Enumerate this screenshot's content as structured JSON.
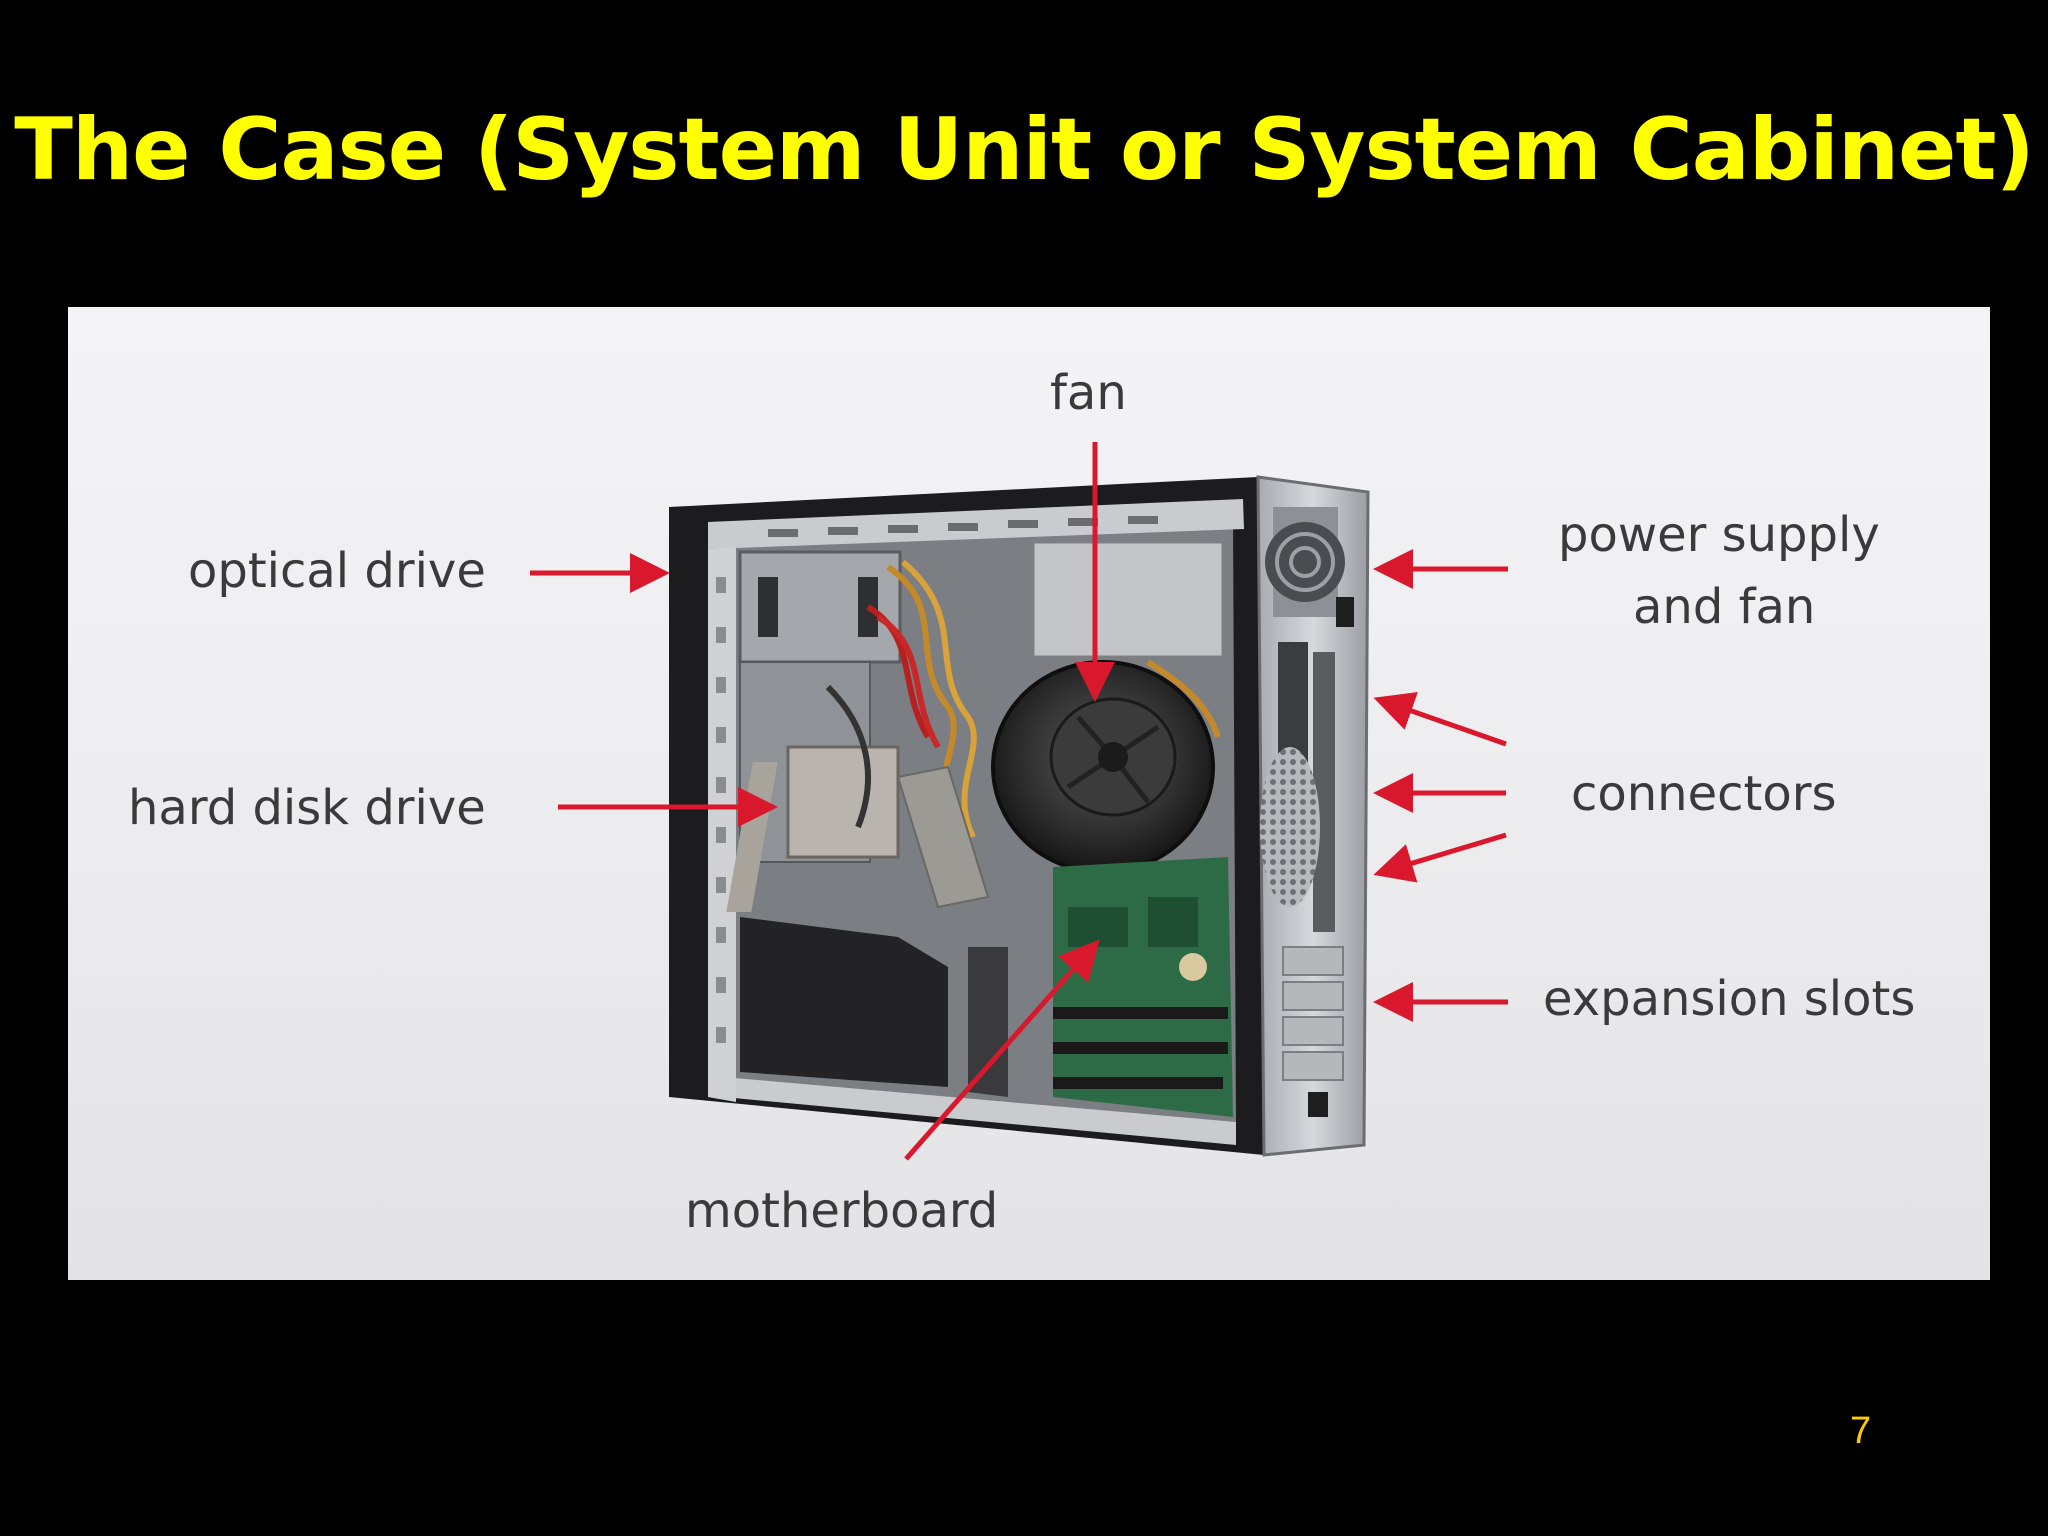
{
  "slide": {
    "title": "The Case (System Unit or System Cabinet)",
    "page_number": "7"
  },
  "diagram": {
    "labels": {
      "fan": "fan",
      "optical_drive": "optical drive",
      "power_supply_line1": "power supply",
      "power_supply_line2": "and fan",
      "hard_disk_drive": "hard disk drive",
      "connectors": "connectors",
      "expansion_slots": "expansion slots",
      "motherboard": "motherboard"
    },
    "colors": {
      "arrow": "#d9182d",
      "title": "#ffff00",
      "page_number": "#ffcc00",
      "label_text": "#3a3a3a",
      "background": "#000000"
    }
  }
}
